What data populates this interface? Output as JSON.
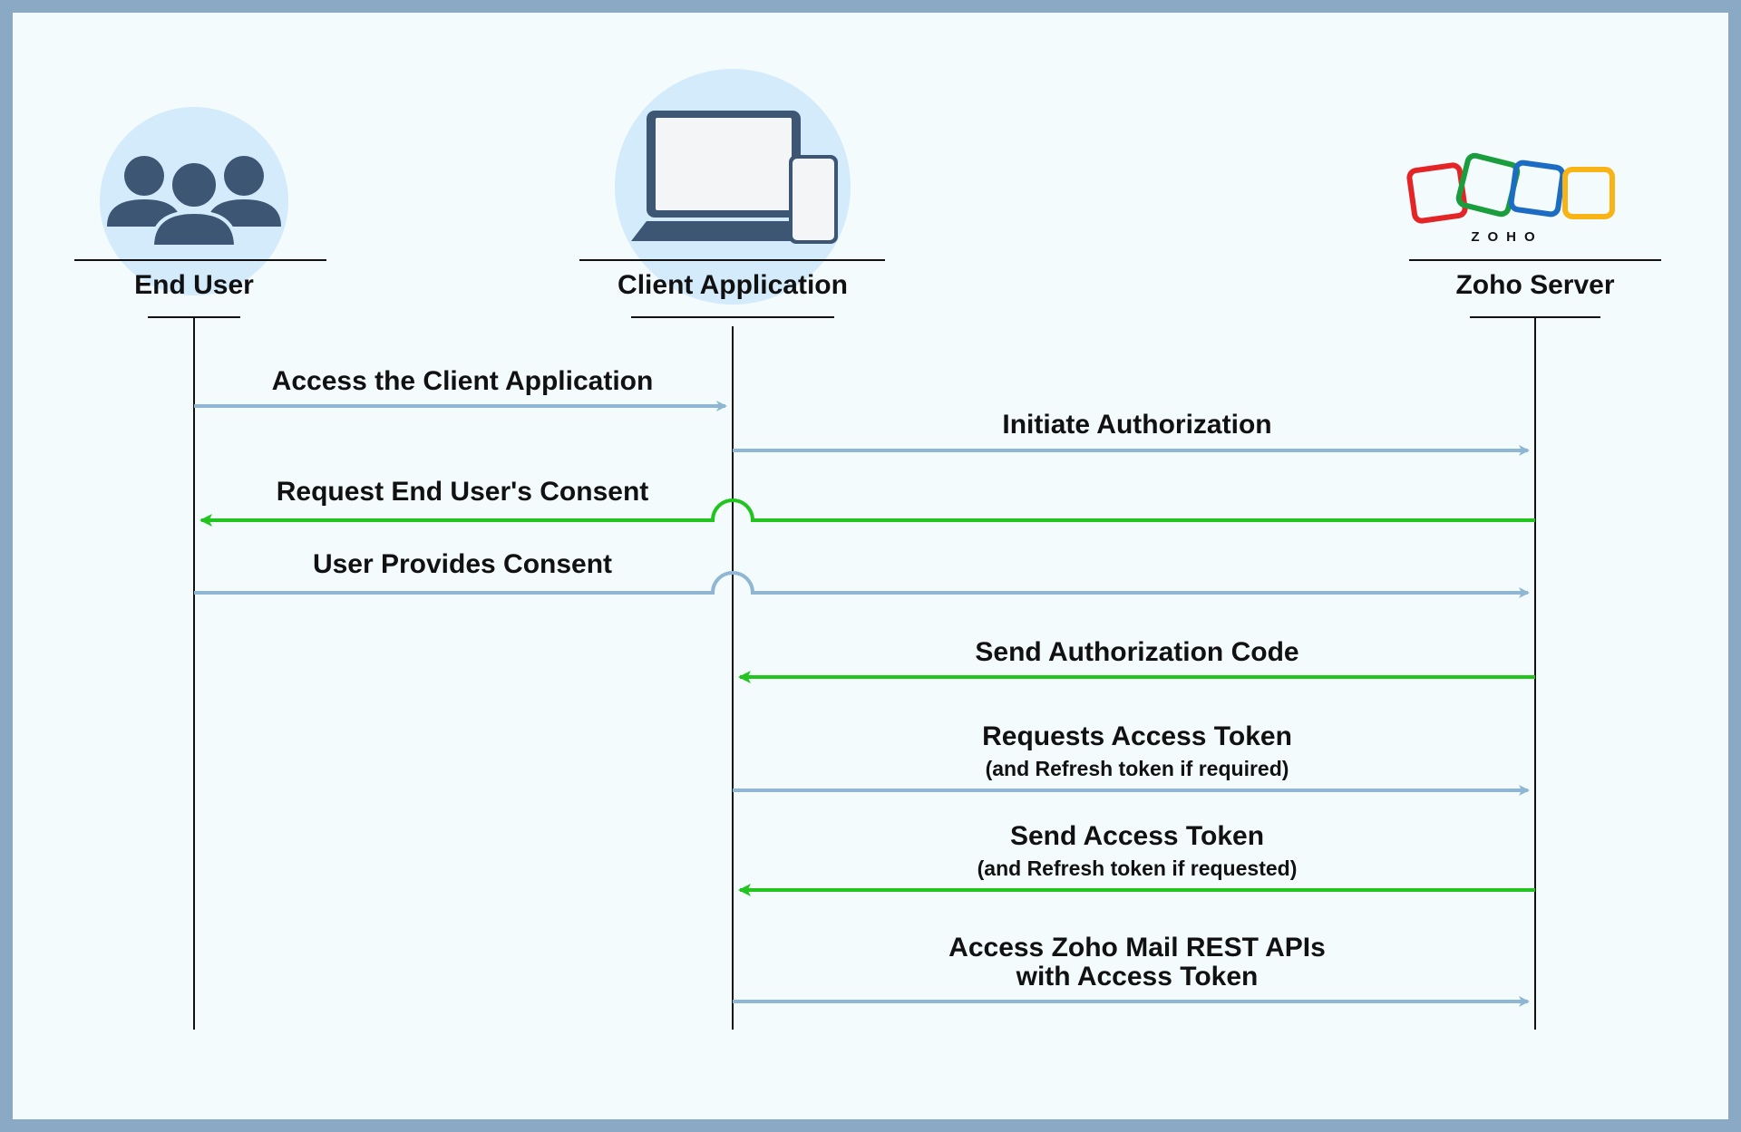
{
  "diagram": {
    "participants": [
      {
        "id": "end-user",
        "label": "End User",
        "icon": "users-group-icon"
      },
      {
        "id": "client-app",
        "label": "Client Application",
        "icon": "laptop-phone-icon"
      },
      {
        "id": "zoho-server",
        "label": "Zoho Server",
        "icon": "zoho-logo-icon",
        "logo_text": "ZOHO"
      }
    ],
    "messages": [
      {
        "label": "Access the Client Application",
        "from": "end-user",
        "to": "client-app"
      },
      {
        "label": "Initiate Authorization",
        "from": "client-app",
        "to": "zoho-server"
      },
      {
        "label": "Request End User's Consent",
        "from": "zoho-server",
        "to": "end-user"
      },
      {
        "label": "User Provides Consent",
        "from": "end-user",
        "to": "zoho-server"
      },
      {
        "label": "Send Authorization Code",
        "from": "zoho-server",
        "to": "client-app"
      },
      {
        "label": "Requests Access Token",
        "sublabel": "(and Refresh token if required)",
        "from": "client-app",
        "to": "zoho-server"
      },
      {
        "label": "Send Access Token",
        "sublabel": "(and Refresh token if requested)",
        "from": "zoho-server",
        "to": "client-app"
      },
      {
        "label": "Access Zoho Mail REST APIs",
        "label2": "with Access Token",
        "from": "client-app",
        "to": "zoho-server"
      }
    ],
    "colors": {
      "request_arrow": "#8fb7d3",
      "response_arrow": "#22c41e",
      "icon_fill": "#3d5673",
      "icon_bg": "#d4ebfb",
      "logo_red": "#e42527",
      "logo_green": "#1a9d3c",
      "logo_blue": "#1d6cc4",
      "logo_yellow": "#f8b316"
    }
  }
}
